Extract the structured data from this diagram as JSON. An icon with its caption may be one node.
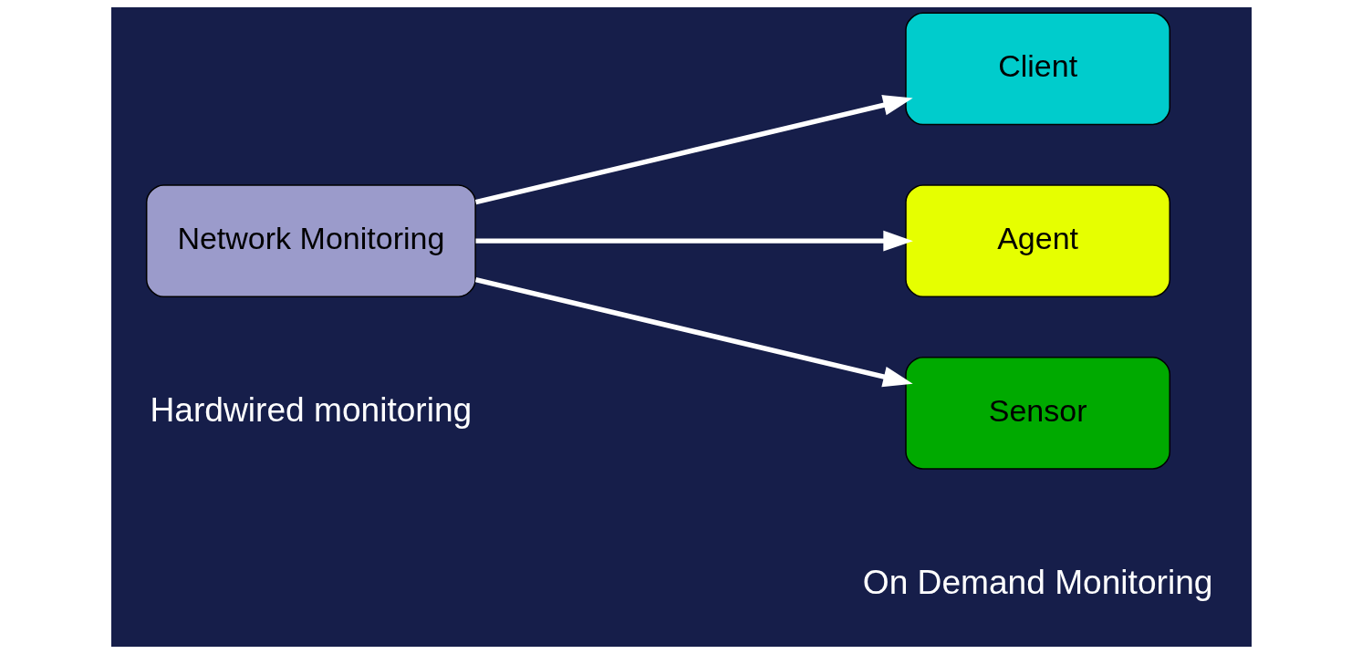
{
  "diagram": {
    "nodes": [
      {
        "text": [
          "Network Monitoring"
        ]
      },
      {
        "text": [
          "Client"
        ]
      },
      {
        "text": [
          "Agent"
        ]
      },
      {
        "text": [
          "Sensor"
        ]
      }
    ],
    "edges": [
      {
        "from": 0,
        "to": 1,
        "arrow": "to"
      },
      {
        "from": 0,
        "to": 2,
        "arrow": "to"
      },
      {
        "from": 0,
        "to": 3,
        "arrow": "to"
      }
    ],
    "labels": [
      "Hardwired monitoring",
      "On Demand Monitoring"
    ]
  }
}
